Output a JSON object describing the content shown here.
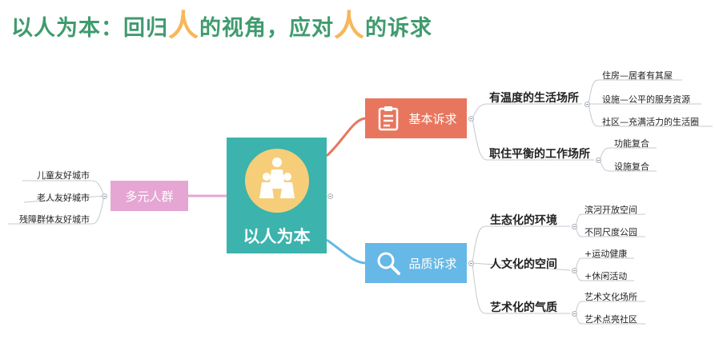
{
  "title": {
    "part1": "以人为本：回归",
    "big1": "人",
    "part2": "的视角，应对",
    "big2": "人",
    "part3": "的诉求"
  },
  "center": {
    "label": "以人为本"
  },
  "branches": {
    "basic": {
      "label": "基本诉求"
    },
    "quality": {
      "label": "品质诉求"
    },
    "diverse": {
      "label": "多元人群"
    }
  },
  "basic_subs": [
    {
      "label": "有温度的生活场所",
      "leaves": [
        "住房—居者有其屋",
        "设施—公平的服务资源",
        "社区—充满活力的生活圈"
      ]
    },
    {
      "label": "职住平衡的工作场所",
      "leaves": [
        "功能复合",
        "设施复合"
      ]
    }
  ],
  "quality_subs": [
    {
      "label": "生态化的环境",
      "leaves": [
        "滨河开放空间",
        "不同尺度公园"
      ]
    },
    {
      "label": "人文化的空间",
      "leaves": [
        "+运动健康",
        "+休闲活动"
      ]
    },
    {
      "label": "艺术化的气质",
      "leaves": [
        "艺术文化场所",
        "艺术点亮社区"
      ]
    }
  ],
  "diverse_leaves": [
    "儿童友好城市",
    "老人友好城市",
    "残障群体友好城市"
  ],
  "icons": {
    "basic": "clipboard-icon",
    "quality": "magnifier-icon",
    "center": "people-icon"
  },
  "colors": {
    "title": "#3f9b6e",
    "title_highlight": "#f7b75a",
    "center": "#3cb3ad",
    "basic": "#e8765f",
    "quality": "#66b8e6",
    "diverse": "#e5a6d3",
    "center_circle": "#f6ce79"
  }
}
